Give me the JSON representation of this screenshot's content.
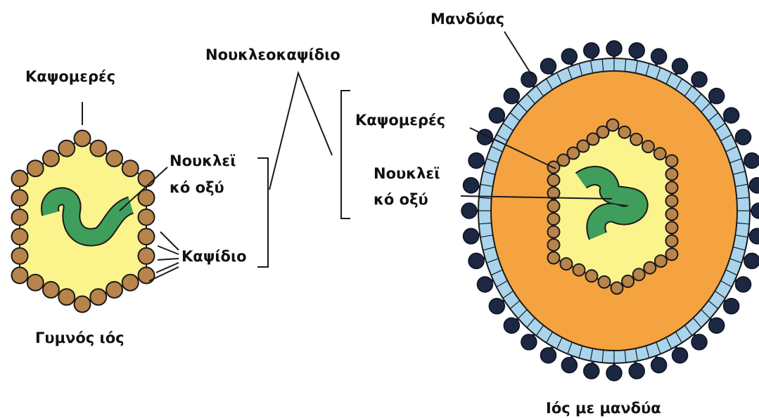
{
  "labels": {
    "naked_capsomeres": "Καψομερές",
    "nucleic_acid_line1": "Νουκλεϊ",
    "nucleic_acid_line2": "κό οξύ",
    "capsid": "Καψίδιο",
    "naked_virus": "Γυμνός ιός",
    "nucleocapsid": "Νουκλεοκαψίδιο",
    "enveloped_capsomeres": "Καψομερές",
    "enveloped_nucleic_line1": "Νουκλεϊ",
    "enveloped_nucleic_line2": "κό οξύ",
    "envelope": "Μανδύας",
    "enveloped_virus": "Ιός με μανδύα"
  },
  "colors": {
    "capsomere": "#b8844c",
    "capsomere_outline": "#1a1a1a",
    "capsid_fill": "#fbf38c",
    "nucleic_acid": "#3f9e5c",
    "envelope_fill": "#f4a340",
    "membrane": "#a9d4ec",
    "spike": "#1c2742"
  }
}
